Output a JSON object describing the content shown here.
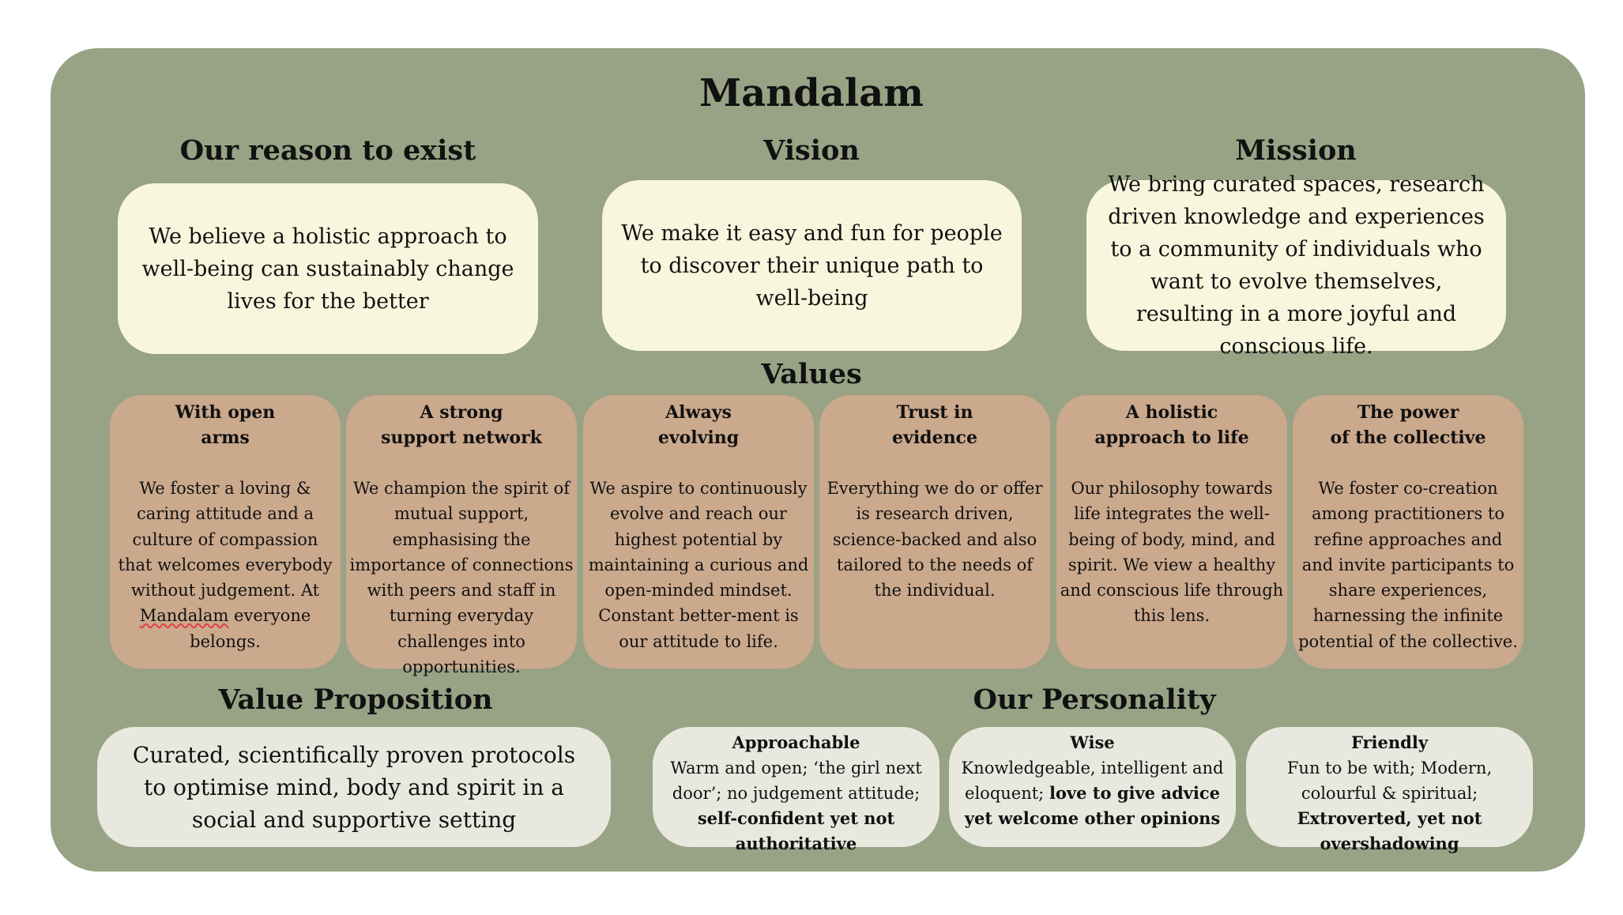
{
  "title": "Mandalam",
  "reason": {
    "heading": "Our reason to exist",
    "text": "We believe a holistic approach to well-being can sustainably change lives for the better"
  },
  "vision": {
    "heading": "Vision",
    "text": "We make it easy and fun for people to discover their unique path to well-being"
  },
  "mission": {
    "heading": "Mission",
    "text": "We bring curated spaces, research driven knowledge and experiences to a community of individuals who want to evolve themselves, resulting in a more joyful and conscious life."
  },
  "values": {
    "heading": "Values",
    "items": [
      {
        "title": "With open\narms",
        "text_before": "We foster a loving & caring attitude and a culture of compassion that welcomes everybody without judgement. At ",
        "highlight": "Mandalam",
        "text_after": " everyone belongs."
      },
      {
        "title": "A strong\nsupport network",
        "text": "We champion the spirit of mutual support, emphasising the importance of connections with peers and staff in turning everyday challenges into opportunities."
      },
      {
        "title": "Always\nevolving",
        "text": "We aspire to continuously evolve and reach our highest potential by maintaining a curious and open-minded mindset. Constant better-ment is our attitude to life."
      },
      {
        "title": "Trust in\nevidence",
        "text": "Everything we do or offer is research driven, science-backed and also tailored to the needs of the individual."
      },
      {
        "title": "A holistic\napproach to life",
        "text": "Our philosophy towards life integrates the well-being of body, mind, and spirit. We view a healthy and conscious life through this lens."
      },
      {
        "title": "The power\nof the collective",
        "text": "We foster co-creation among practitioners to refine approaches and and invite participants to share experiences, harnessing the infinite potential of the collective."
      }
    ]
  },
  "value_proposition": {
    "heading": "Value Proposition",
    "text": "Curated, scientifically proven protocols to optimise mind, body and spirit in a social and supportive setting"
  },
  "personality": {
    "heading": "Our Personality",
    "items": [
      {
        "title": "Approachable",
        "text": "Warm and open; ‘the girl next door’; no judgement attitude; ",
        "bold": "self-confident yet not authoritative"
      },
      {
        "title": "Wise",
        "text": "Knowledgeable, intelligent and eloquent; ",
        "bold": "love to give advice yet welcome other opinions"
      },
      {
        "title": "Friendly",
        "text": "Fun to be with; Modern, colourful & spiritual; ",
        "bold": "Extroverted, yet not overshadowing"
      }
    ]
  }
}
